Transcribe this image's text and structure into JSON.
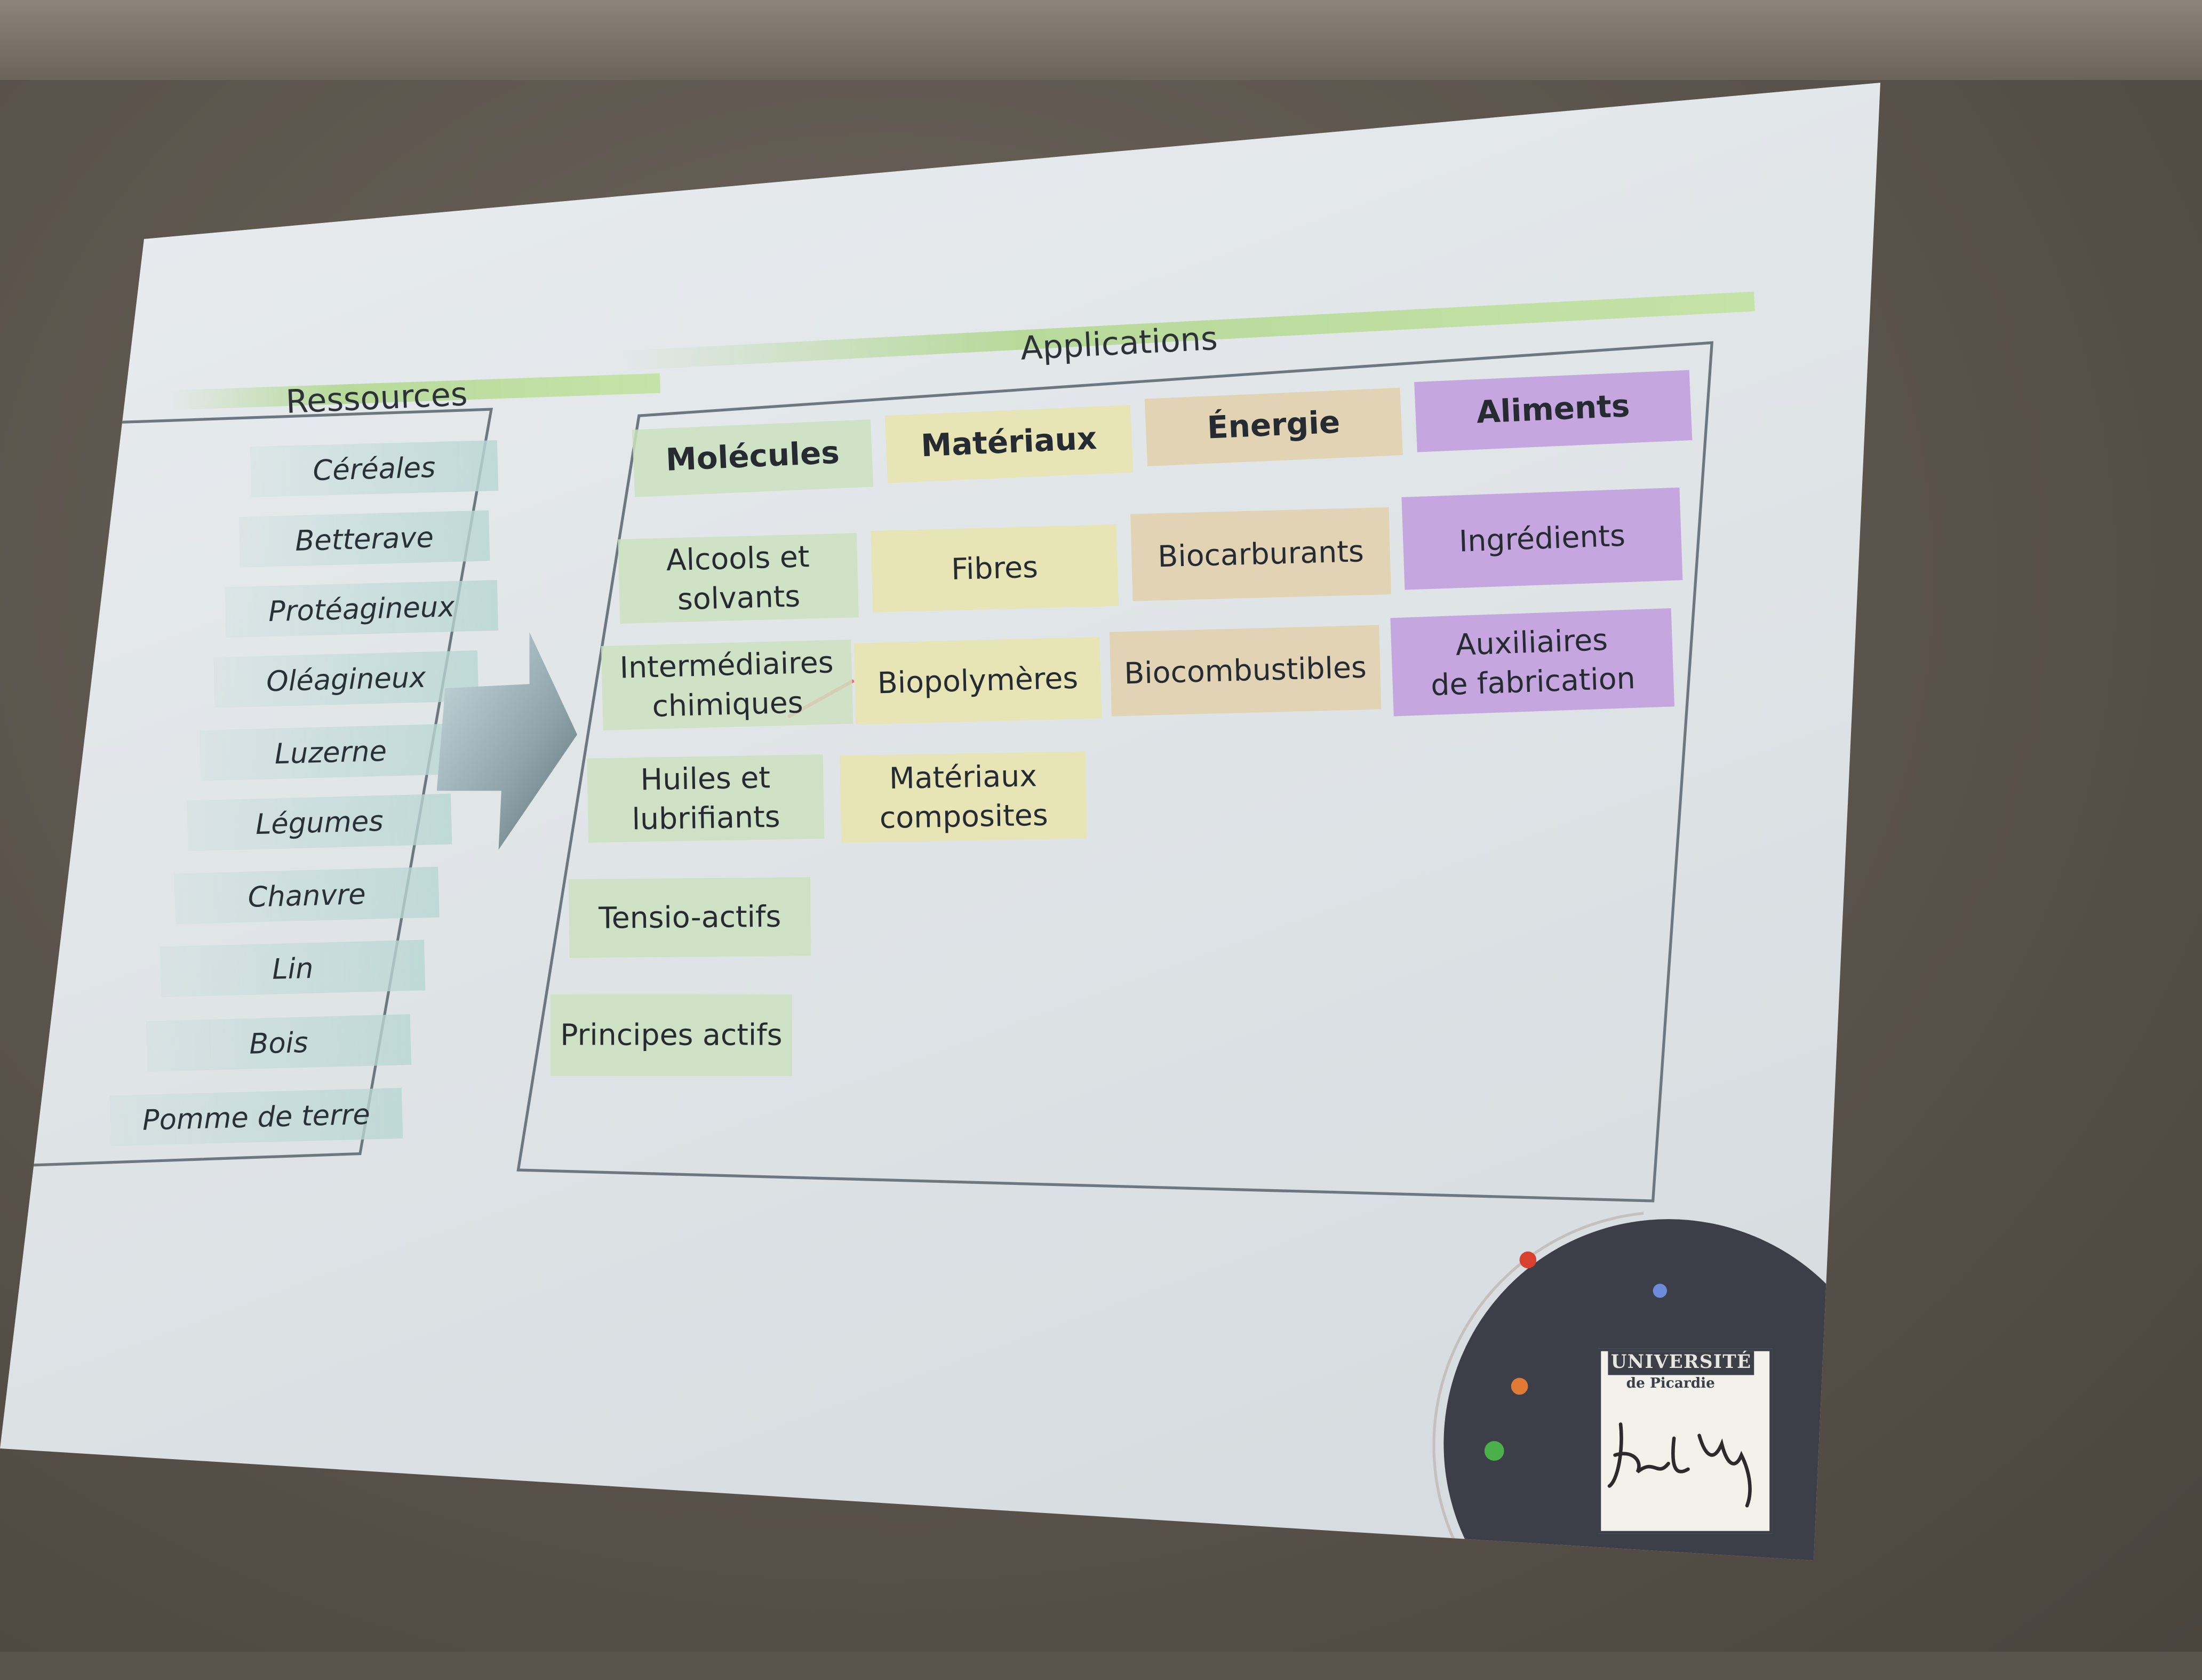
{
  "slide": {
    "resources_title": "Ressources",
    "applications_title": "Applications",
    "resources": [
      "Céréales",
      "Betterave",
      "Protéagineux",
      "Oléagineux",
      "Luzerne",
      "Légumes",
      "Chanvre",
      "Lin",
      "Bois",
      "Pomme de terre"
    ],
    "columns": {
      "molecules": {
        "header": "Molécules",
        "items": [
          "Alcools et\nsolvants",
          "Intermédiaires\nchimiques",
          "Huiles et\nlubrifiants",
          "Tensio-actifs",
          "Principes actifs"
        ]
      },
      "materiaux": {
        "header": "Matériaux",
        "items": [
          "Fibres",
          "Biopolymères",
          "Matériaux\ncomposites"
        ]
      },
      "energie": {
        "header": "Énergie",
        "items": [
          "Biocarburants",
          "Biocombustibles"
        ]
      },
      "aliments": {
        "header": "Aliments",
        "items": [
          "Ingrédients",
          "Auxiliaires\nde fabrication"
        ]
      }
    },
    "logo": {
      "line1": "UNIVERSITÉ",
      "line2": "de Picardie"
    },
    "colors": {
      "molecules": "#cde1be",
      "materiaux": "#e8e4af",
      "energie": "#e2d0af",
      "aliments": "#c4a2de"
    }
  }
}
